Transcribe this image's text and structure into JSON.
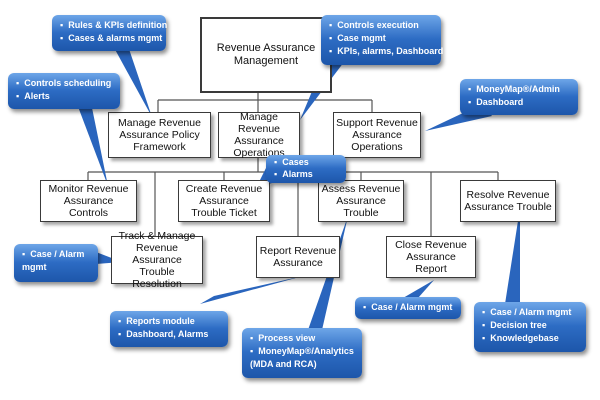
{
  "boxes": {
    "root": "Revenue Assurance\nManagement",
    "policy": "Manage Revenue\nAssurance Policy\nFramework",
    "operations": "Manage Revenue\nAssurance\nOperations",
    "support": "Support Revenue\nAssurance\nOperations",
    "monitor": "Monitor Revenue\nAssurance Controls",
    "create": "Create Revenue\nAssurance\nTrouble Ticket",
    "assess": "Assess Revenue\nAssurance Trouble",
    "resolve": "Resolve Revenue\nAssurance Trouble",
    "track": "Track & Manage\nRevenue\nAssurance\nTrouble Resolution",
    "report": "Report Revenue\nAssurance",
    "close": "Close Revenue\nAssurance Report"
  },
  "callouts": {
    "rules": [
      "Rules & KPIs definition",
      "Cases & alarms mgmt"
    ],
    "controls_exec": [
      "Controls execution",
      "Case mgmt",
      "KPIs, alarms, Dashboard"
    ],
    "moneymap_admin": [
      "MoneyMap®/Admin",
      "Dashboard"
    ],
    "scheduling": [
      "Controls scheduling",
      "Alerts"
    ],
    "cases_alarms": [
      "Cases",
      "Alarms"
    ],
    "case_alarm_track": [
      "Case / Alarm mgmt"
    ],
    "reports": [
      "Reports module",
      "Dashboard, Alarms"
    ],
    "process_view": [
      "Process view",
      "MoneyMap®/Analytics (MDA and RCA)"
    ],
    "case_alarm_close": [
      "Case / Alarm mgmt"
    ],
    "resolve_tools": [
      "Case / Alarm mgmt",
      "Decision tree",
      "Knowledgebase"
    ]
  },
  "colors": {
    "callout": "#2d6cc4",
    "line": "#555555"
  }
}
